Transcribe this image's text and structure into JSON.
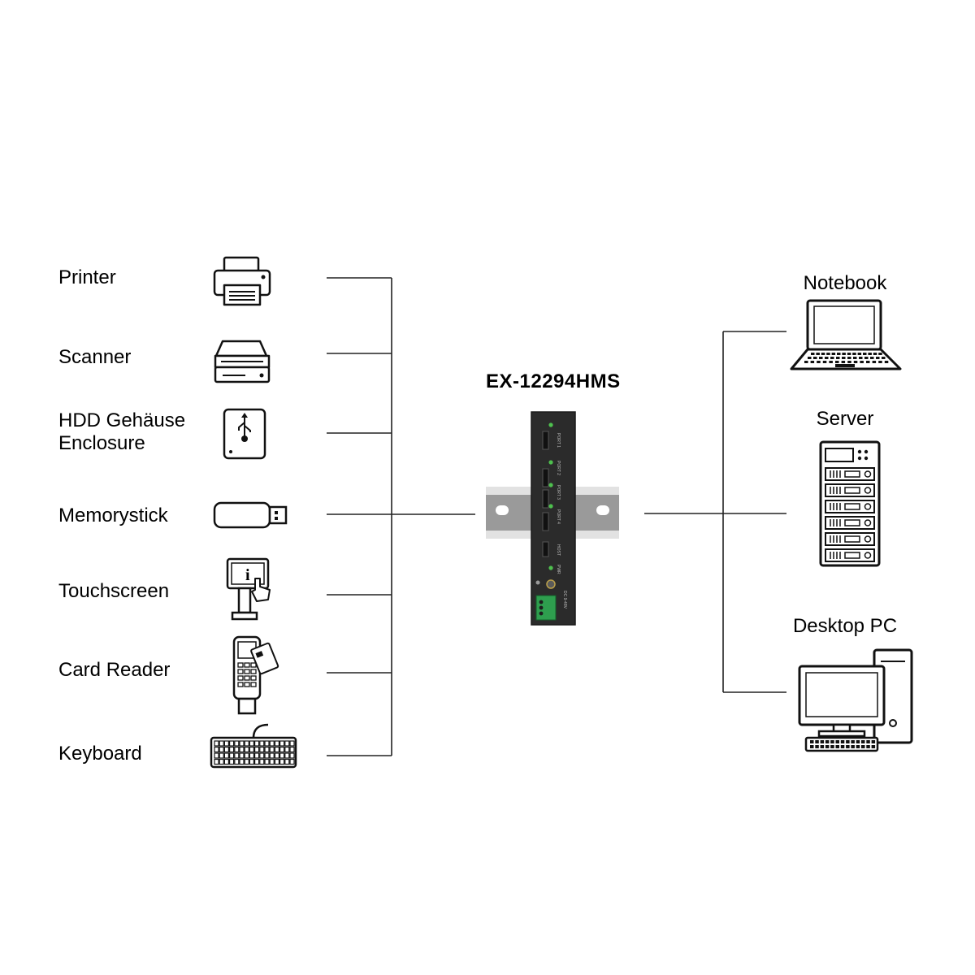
{
  "device": {
    "model": "EX-12294HMS"
  },
  "left_devices": [
    {
      "label": "Printer",
      "icon": "printer-icon"
    },
    {
      "label": "Scanner",
      "icon": "scanner-icon"
    },
    {
      "label": "HDD Gehäuse\nEnclosure",
      "icon": "hdd-enclosure-icon"
    },
    {
      "label": "Memorystick",
      "icon": "usb-stick-icon"
    },
    {
      "label": "Touchscreen",
      "icon": "touchscreen-kiosk-icon"
    },
    {
      "label": "Card Reader",
      "icon": "card-reader-icon"
    },
    {
      "label": "Keyboard",
      "icon": "keyboard-icon"
    }
  ],
  "right_devices": [
    {
      "label": "Notebook",
      "icon": "notebook-icon"
    },
    {
      "label": "Server",
      "icon": "server-icon"
    },
    {
      "label": "Desktop PC",
      "icon": "desktop-pc-icon"
    }
  ],
  "hub_ports": [
    "PORT 1",
    "PORT 2",
    "PORT 3",
    "PORT 4",
    "HOST",
    "PWR"
  ],
  "hub_power_label": "DC 9-48V",
  "colors": {
    "line": "#222222",
    "hub_body": "#2a2a2a",
    "led": "#3fbf3f",
    "rail": "#cfcfcf",
    "terminal": "#2e9e4e"
  }
}
